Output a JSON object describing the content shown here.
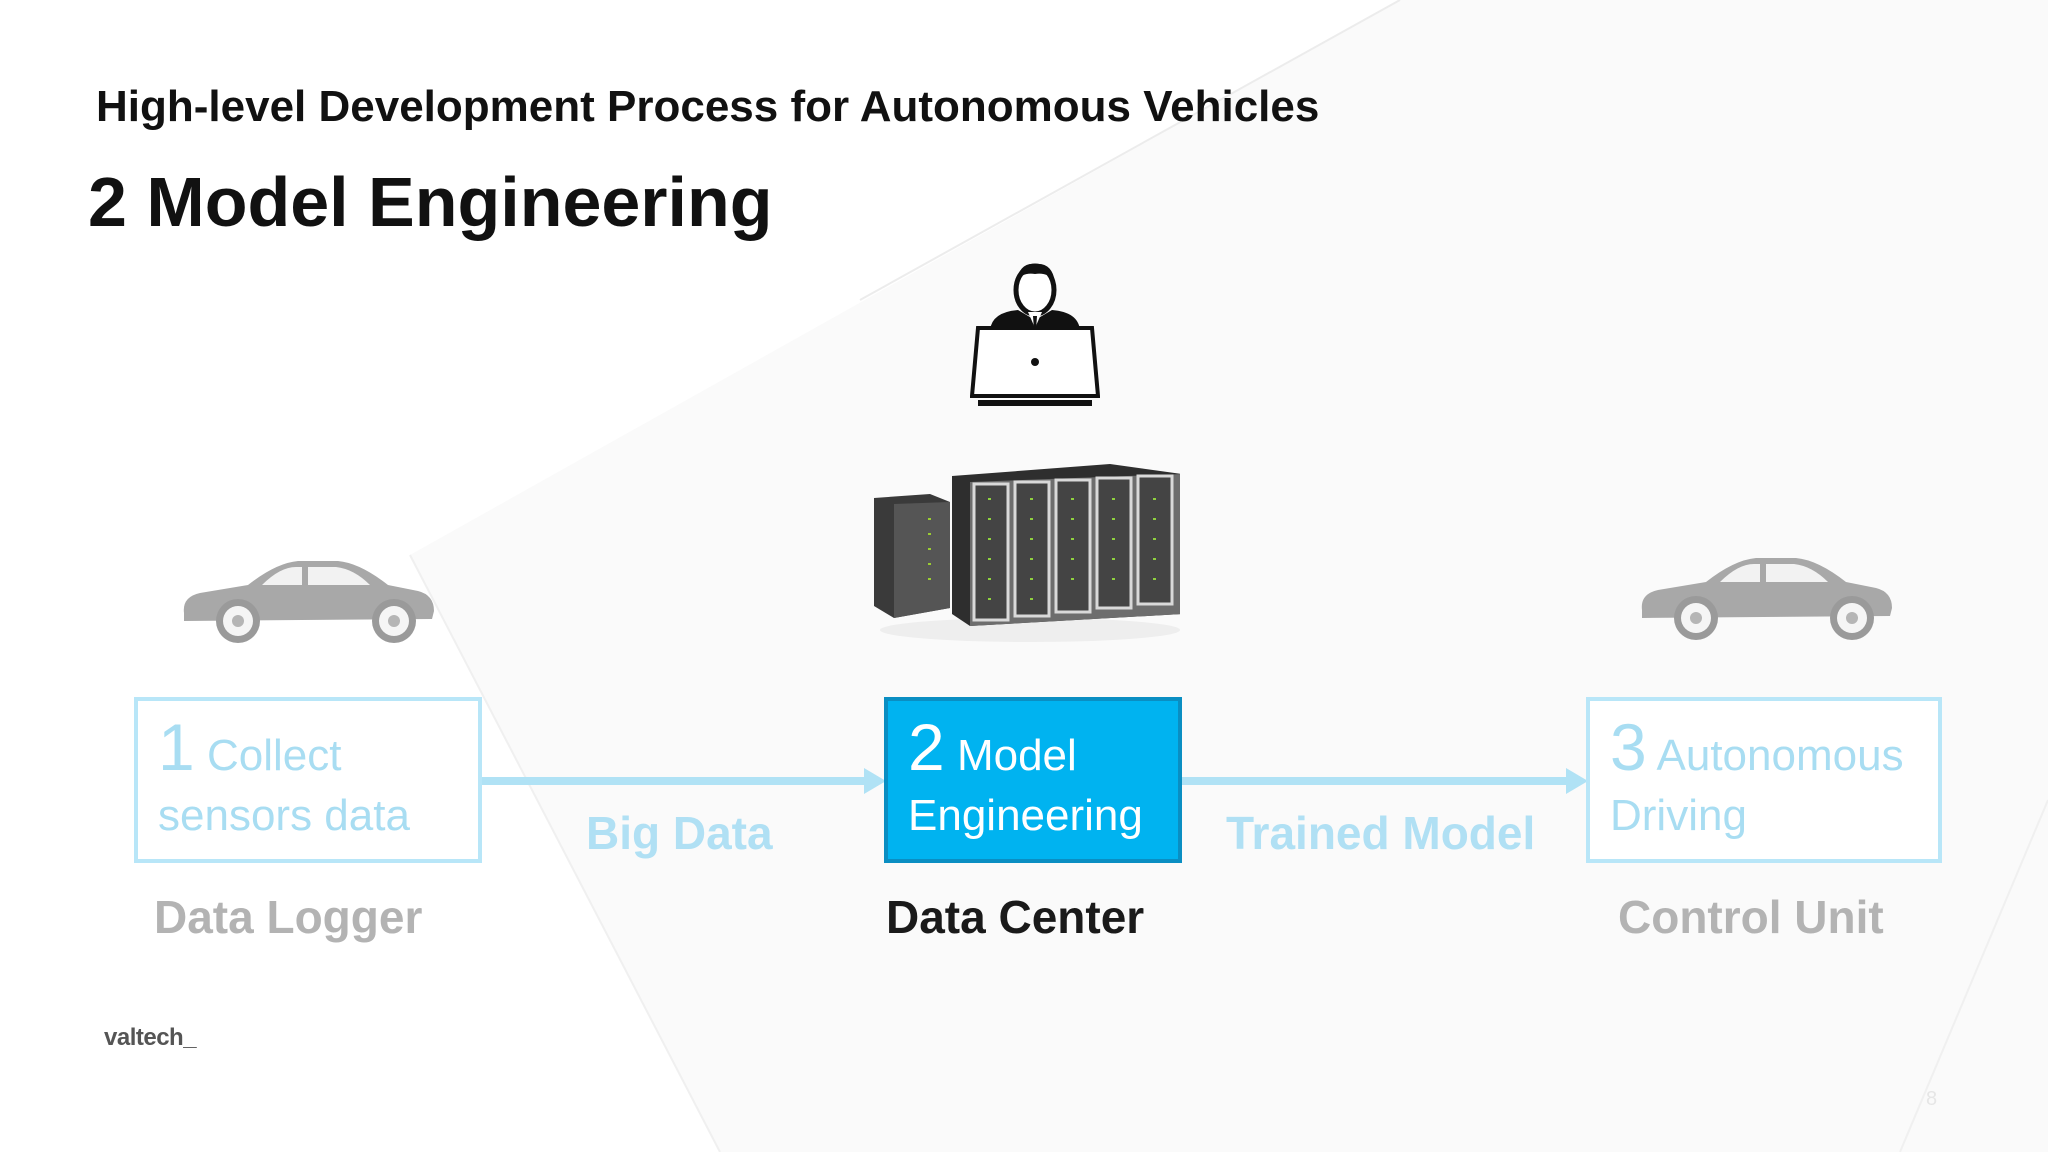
{
  "slide": {
    "supertitle": "High-level Development Process for Autonomous Vehicles",
    "title": "2 Model Engineering",
    "accent_color": "#00b3f0",
    "inactive_color": "#b8e6f8"
  },
  "stages": [
    {
      "number": "1",
      "line1": "Collect",
      "line2": "sensors data",
      "device": "Data Logger",
      "active": false,
      "icon": "car-icon"
    },
    {
      "number": "2",
      "line1": "Model",
      "line2": "Engineering",
      "device": "Data Center",
      "active": true,
      "icon": "server-rack-icon"
    },
    {
      "number": "3",
      "line1": "Autonomous",
      "line2": "Driving",
      "device": "Control Unit",
      "active": false,
      "icon": "car-icon"
    }
  ],
  "connectors": [
    {
      "label": "Big Data"
    },
    {
      "label": "Trained Model"
    }
  ],
  "engineer_icon": "engineer-laptop-icon",
  "footer": {
    "logo": "valtech_",
    "page_number": "8"
  }
}
